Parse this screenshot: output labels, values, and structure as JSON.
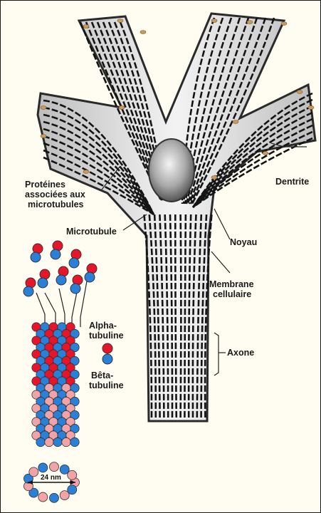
{
  "labels": {
    "proteines_1": "Protéines",
    "proteines_2": "associées aux",
    "proteines_3": "microtubules",
    "dendrite": "Dentrite",
    "microtubule": "Microtubule",
    "noyau": "Noyau",
    "membrane_1": "Membrane",
    "membrane_2": "cellulaire",
    "axone": "Axone",
    "alpha_1": "Alpha-",
    "alpha_2": "tubuline",
    "beta_1": "Bêta-",
    "beta_2": "tubuline",
    "diameter": "24 nm"
  },
  "colors": {
    "background": "#fffdf1",
    "alpha_tubulin": "#e8142a",
    "beta_tubulin": "#2a7fd6",
    "tubulin_pale": "#f2a3a8",
    "map_protein": "#c99a5b",
    "fiber": "#141414"
  }
}
